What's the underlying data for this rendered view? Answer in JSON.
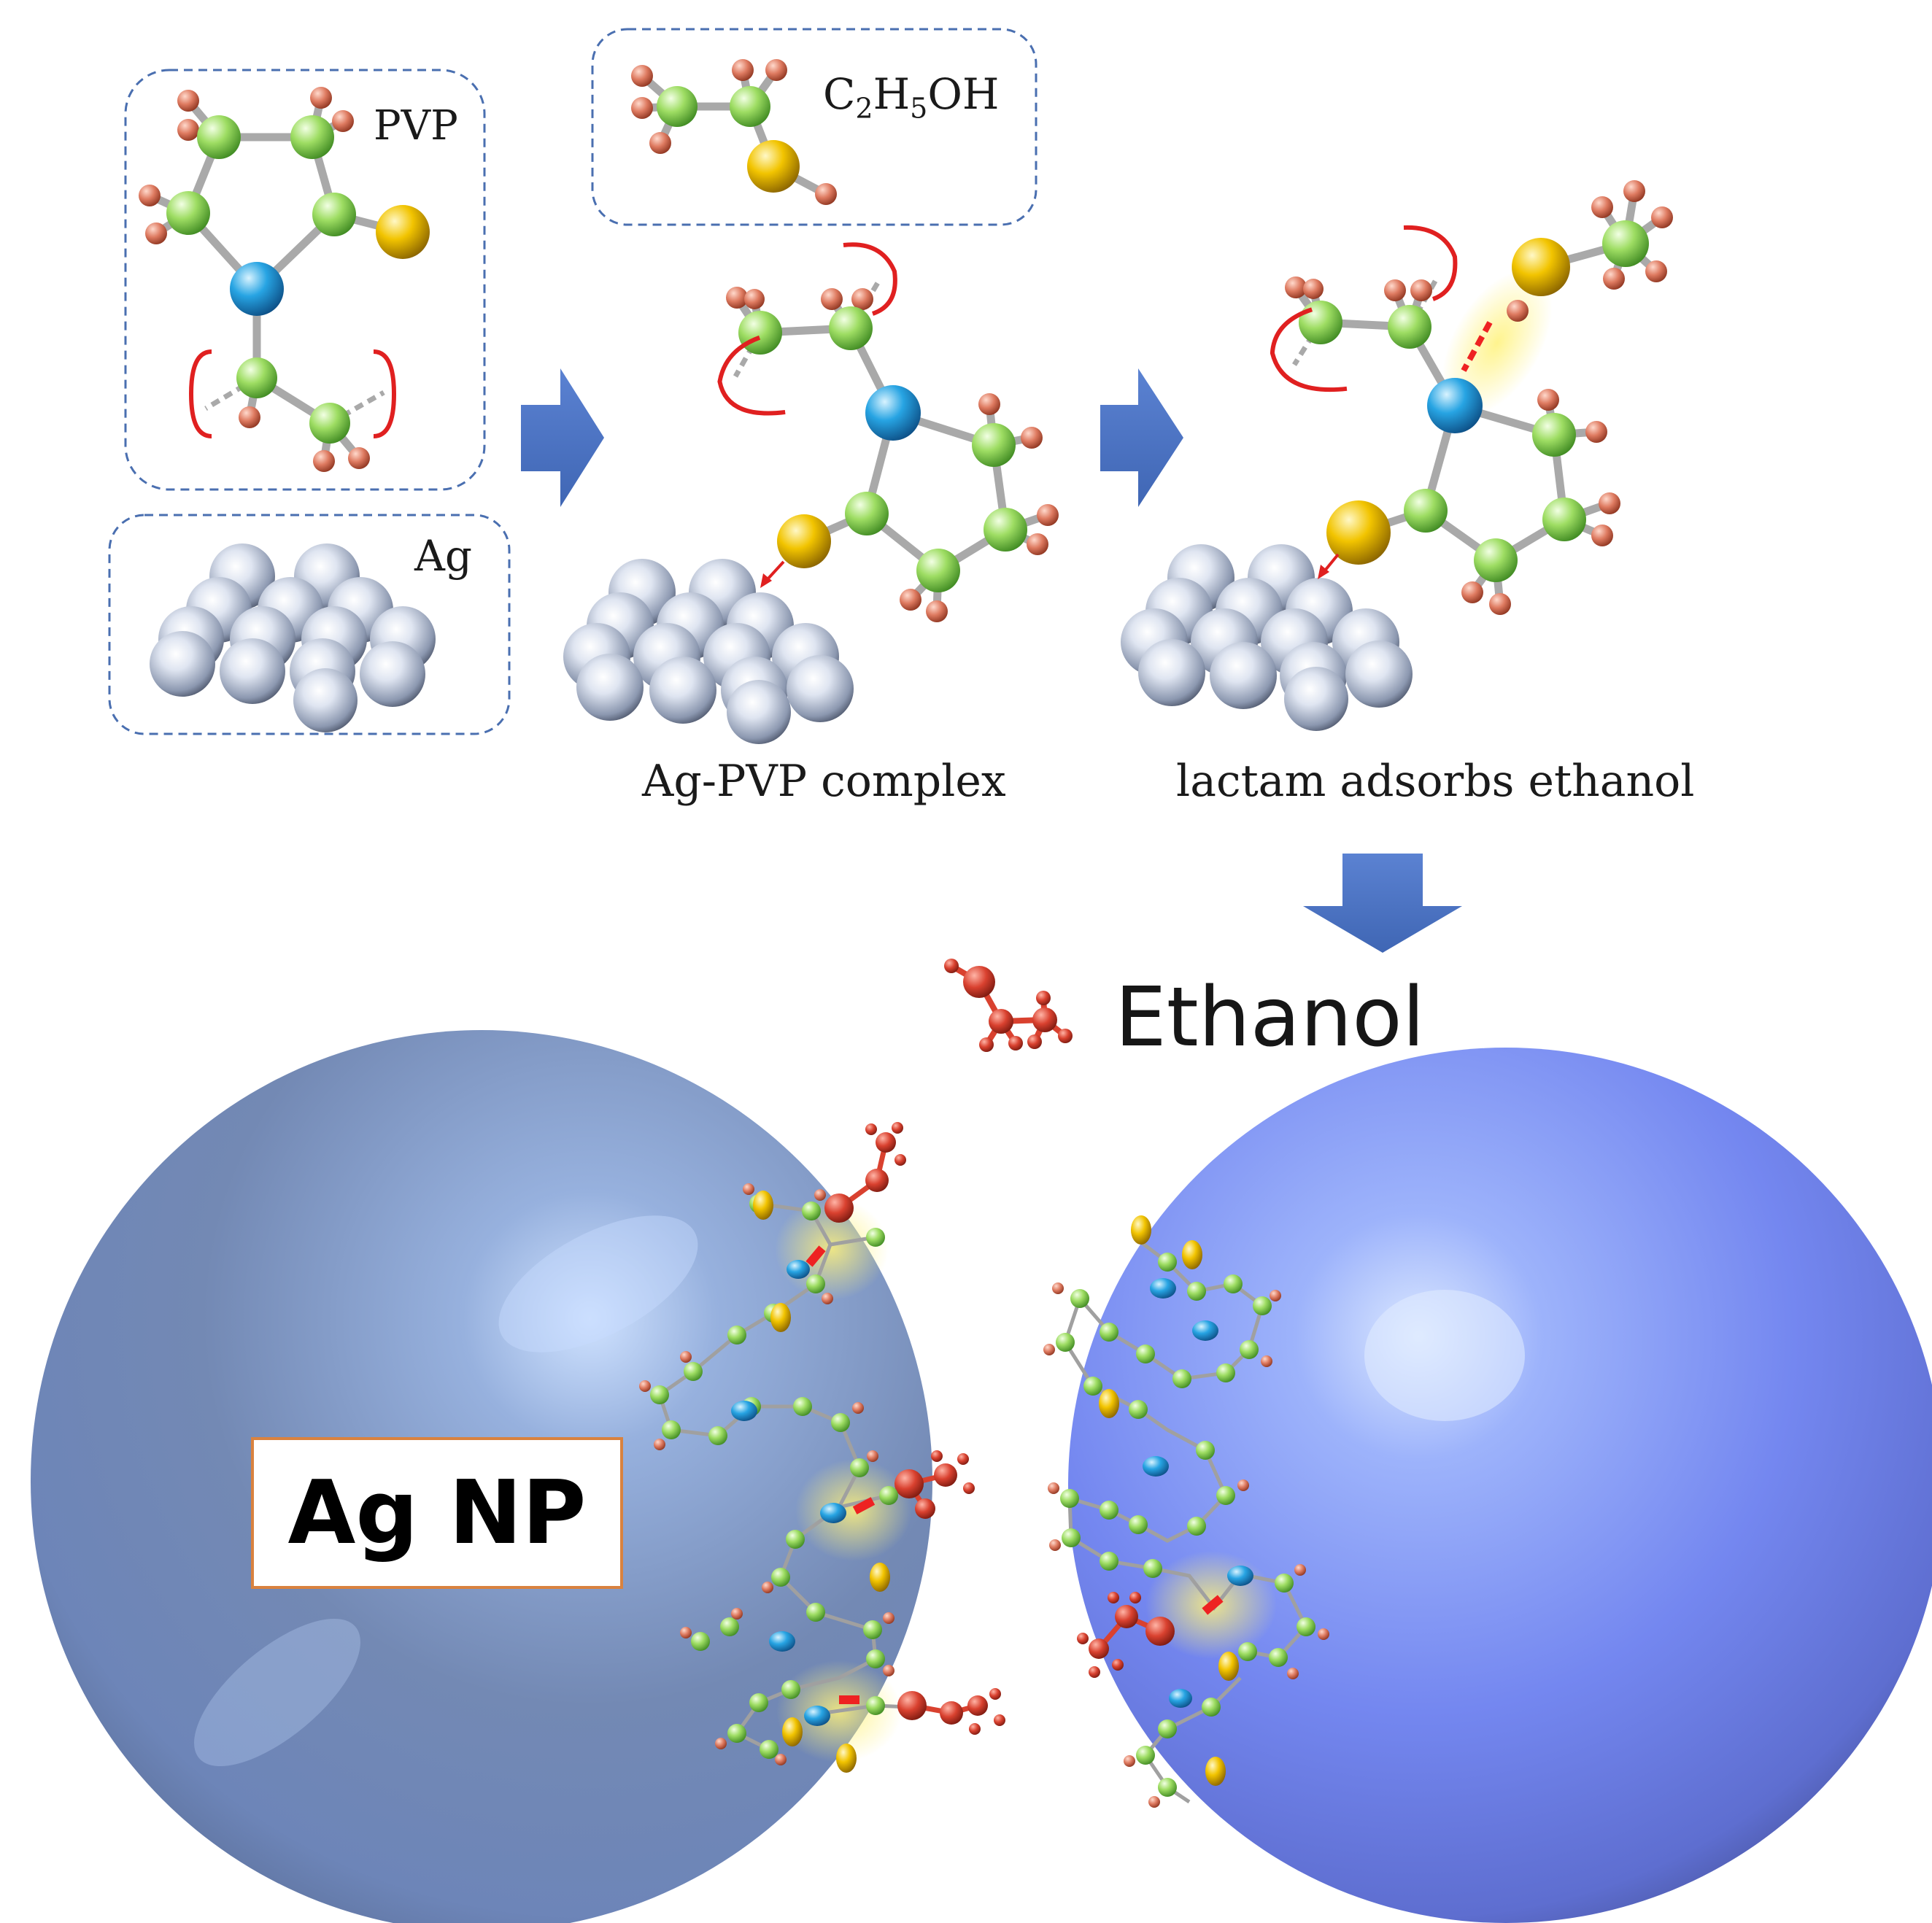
{
  "labels": {
    "pvp": "PVP",
    "ethanol_formula": {
      "c": "C",
      "c_sub": "2",
      "h": "H",
      "h_sub": "5",
      "oh": "OH"
    },
    "ag": "Ag",
    "step2": "Ag-PVP complex",
    "step3": "lactam adsorbs ethanol",
    "ethanol": "Ethanol",
    "nanoparticle": "Ag NP"
  },
  "colors": {
    "carbon": "#8ed65a",
    "hydrogen": "#d9715a",
    "nitrogen": "#1fa0e0",
    "oxygen": "#f2c200",
    "silver": "#c6cfe0",
    "ethanol_molecule": "#d9412f",
    "arrow": "#4a72c4",
    "bracket": "#e02020",
    "hbond": "#ee2222",
    "box_border": "#4a6fb0",
    "agnp_left": "#7c92c0",
    "agnp_right": "#7d8ef0",
    "label_border": "#d9823f"
  },
  "icons": [
    "pvp-molecule",
    "ethanol-molecule",
    "silver-lattice",
    "process-arrow",
    "hydrogen-bond",
    "silver-nanoparticle"
  ]
}
